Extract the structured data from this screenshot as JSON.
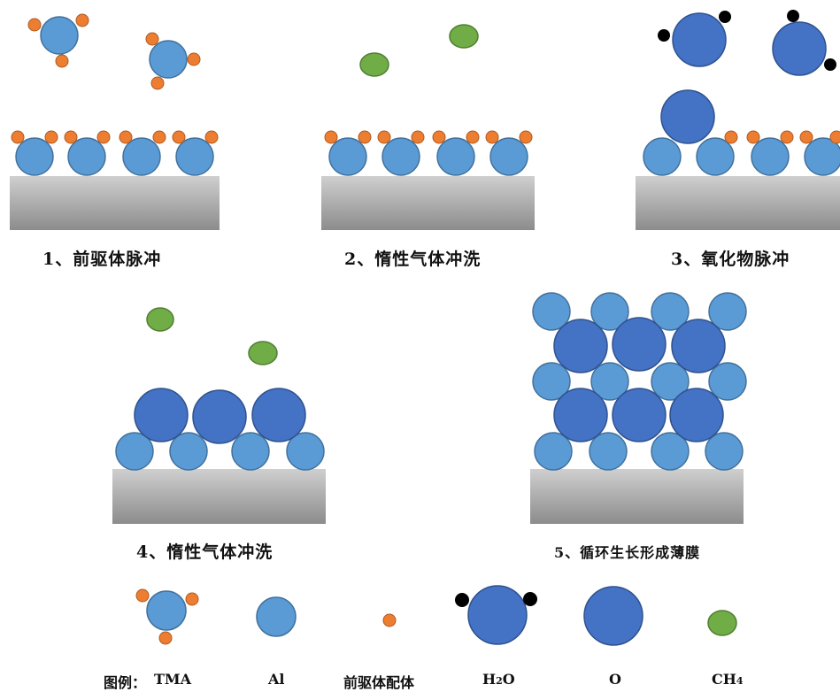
{
  "steps": [
    {
      "caption": "1、前驱体脉冲"
    },
    {
      "caption": "2、惰性气体冲洗"
    },
    {
      "caption": "3、氧化物脉冲"
    },
    {
      "caption": "4、惰性气体冲洗"
    },
    {
      "caption": "5、循环生长形成薄膜"
    }
  ],
  "legend": {
    "title": "图例：",
    "items": [
      {
        "label": "TMA",
        "icon": "tma-molecule-icon"
      },
      {
        "label": "Al",
        "icon": "al-atom-icon"
      },
      {
        "label": "前驱体配体",
        "icon": "precursor-ligand-icon"
      },
      {
        "label_main": "H",
        "label_sub": "2",
        "label_tail": "O",
        "icon": "h2o-molecule-icon"
      },
      {
        "label": "O",
        "icon": "o-atom-icon"
      },
      {
        "label_main": "CH",
        "label_sub": "4",
        "icon": "ch4-molecule-icon"
      }
    ]
  },
  "colors": {
    "al": "#5b9bd5",
    "oxygen": "#4472c4",
    "ligand": "#ed7d31",
    "ch4": "#70ad47",
    "hydrogen": "#000000",
    "substrate_top": "#c8c8c8",
    "substrate_bottom": "#8f8f8f"
  }
}
